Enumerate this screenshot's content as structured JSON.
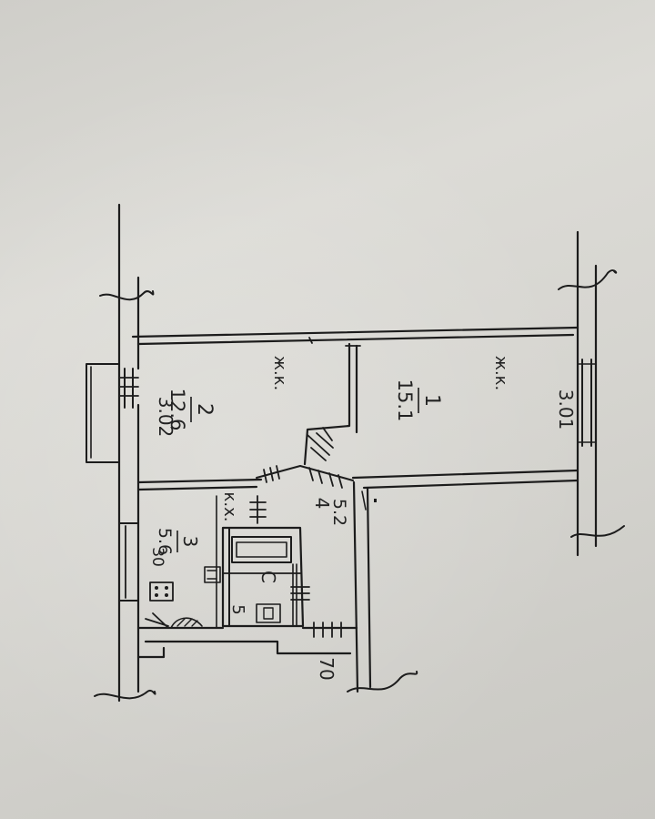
{
  "labels": {
    "room1_number": "1",
    "room1_area": "15.1",
    "room1_code": "ж.к.",
    "room2_number": "2",
    "room2_area": "12.6",
    "room2_code": "ж.к.",
    "kitchen_number": "3",
    "kitchen_area": "5.6",
    "kitchen_code": "к.х.",
    "kitchen_window": "30",
    "hall_number": "4",
    "hall_area": "5.2",
    "bath_mark_c": "C",
    "bath_number": "5",
    "height_left": "3.02",
    "height_right": "3.01",
    "entry_width": "70"
  },
  "colors": {
    "ink": "#1c1c1c",
    "paper": "#d6d5d0"
  }
}
